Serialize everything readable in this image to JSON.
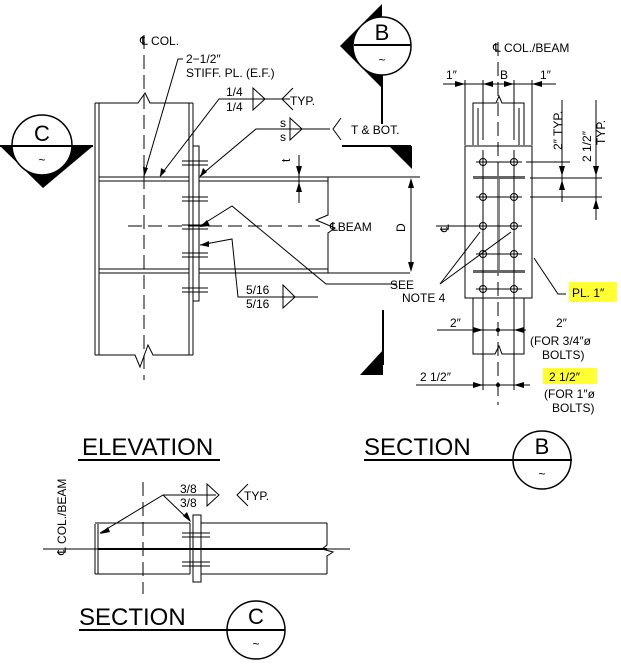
{
  "elevation": {
    "title": "ELEVATION",
    "col_centerline": "℄ COL.",
    "stiffener_label_1": "2−1/2″",
    "stiffener_label_2": "STIFF. PL. (E.F.)",
    "weld_top_upper": "1/4",
    "weld_top_lower": "1/4",
    "weld_top_note": "TYP.",
    "weld_s_upper": "s",
    "weld_s_lower": "s",
    "weld_s_note": "T & BOT.",
    "thickness_label": "t",
    "beam_centerline": "℄BEAM",
    "depth_label": "D",
    "weld_web_upper": "5/16",
    "weld_web_lower": "5/16",
    "see_note_1": "SEE",
    "see_note_2": "NOTE 4",
    "section_marker_c": {
      "letter": "C",
      "sheet": "~"
    },
    "section_marker_b": {
      "letter": "B",
      "sheet": "~"
    }
  },
  "section_b": {
    "title": "SECTION",
    "marker": {
      "letter": "B",
      "sheet": "~"
    },
    "centerline": "℄ COL./BEAM",
    "dim_left": "1″",
    "dim_mid": "B",
    "dim_right": "1″",
    "dim_2typ": "2″ TYP.",
    "dim_212": "2 1/2″",
    "dim_212_typ": "TYP.",
    "cl_symbol": "℄",
    "plate_label": "PL. 1″",
    "edge_2_left": "2″",
    "edge_2_right": "2″",
    "for_34_1": "(FOR 3/4″ø",
    "for_34_2": "BOLTS)",
    "edge_212_left": "2 1/2″",
    "edge_212_right": "2 1/2″",
    "for_1_1": "(FOR 1″ø",
    "for_1_2": "BOLTS)",
    "highlight_color": "#ffff33"
  },
  "section_c": {
    "title": "SECTION",
    "marker": {
      "letter": "C",
      "sheet": "~"
    },
    "centerline": "℄ COL./BEAM",
    "weld_upper": "3/8",
    "weld_lower": "3/8",
    "weld_note": "TYP."
  }
}
